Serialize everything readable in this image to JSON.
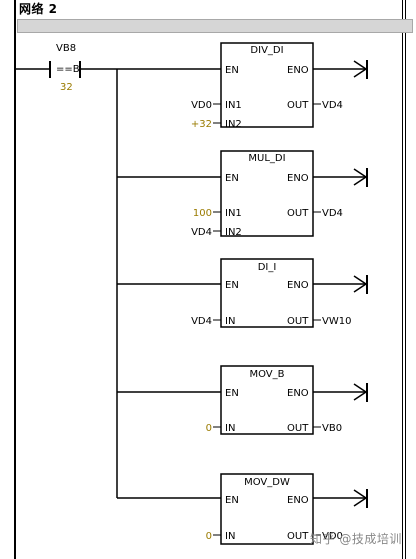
{
  "network": {
    "title": "网络 2"
  },
  "contact": {
    "operand": "VB8",
    "operator": "==B",
    "compare_value": "32"
  },
  "blocks": [
    {
      "title": "DIV_DI",
      "en": "EN",
      "eno": "ENO",
      "in1_label": "IN1",
      "in1_value": "VD0",
      "in2_label": "IN2",
      "in2_value": "+32",
      "out_label": "OUT",
      "out_value": "VD4"
    },
    {
      "title": "MUL_DI",
      "en": "EN",
      "eno": "ENO",
      "in1_label": "IN1",
      "in1_value": "100",
      "in2_label": "IN2",
      "in2_value": "VD4",
      "out_label": "OUT",
      "out_value": "VD4"
    },
    {
      "title": "DI_I",
      "en": "EN",
      "eno": "ENO",
      "in1_label": "IN",
      "in1_value": "VD4",
      "out_label": "OUT",
      "out_value": "VW10"
    },
    {
      "title": "MOV_B",
      "en": "EN",
      "eno": "ENO",
      "in1_label": "IN",
      "in1_value": "0",
      "out_label": "OUT",
      "out_value": "VB0"
    },
    {
      "title": "MOV_DW",
      "en": "EN",
      "eno": "ENO",
      "in1_label": "IN",
      "in1_value": "0",
      "out_label": "OUT",
      "out_value": "VD0"
    }
  ],
  "watermark": "知乎 @技成培训",
  "colors": {
    "constant": "#9a7b00",
    "comment_bar": "#d6d6d6"
  }
}
